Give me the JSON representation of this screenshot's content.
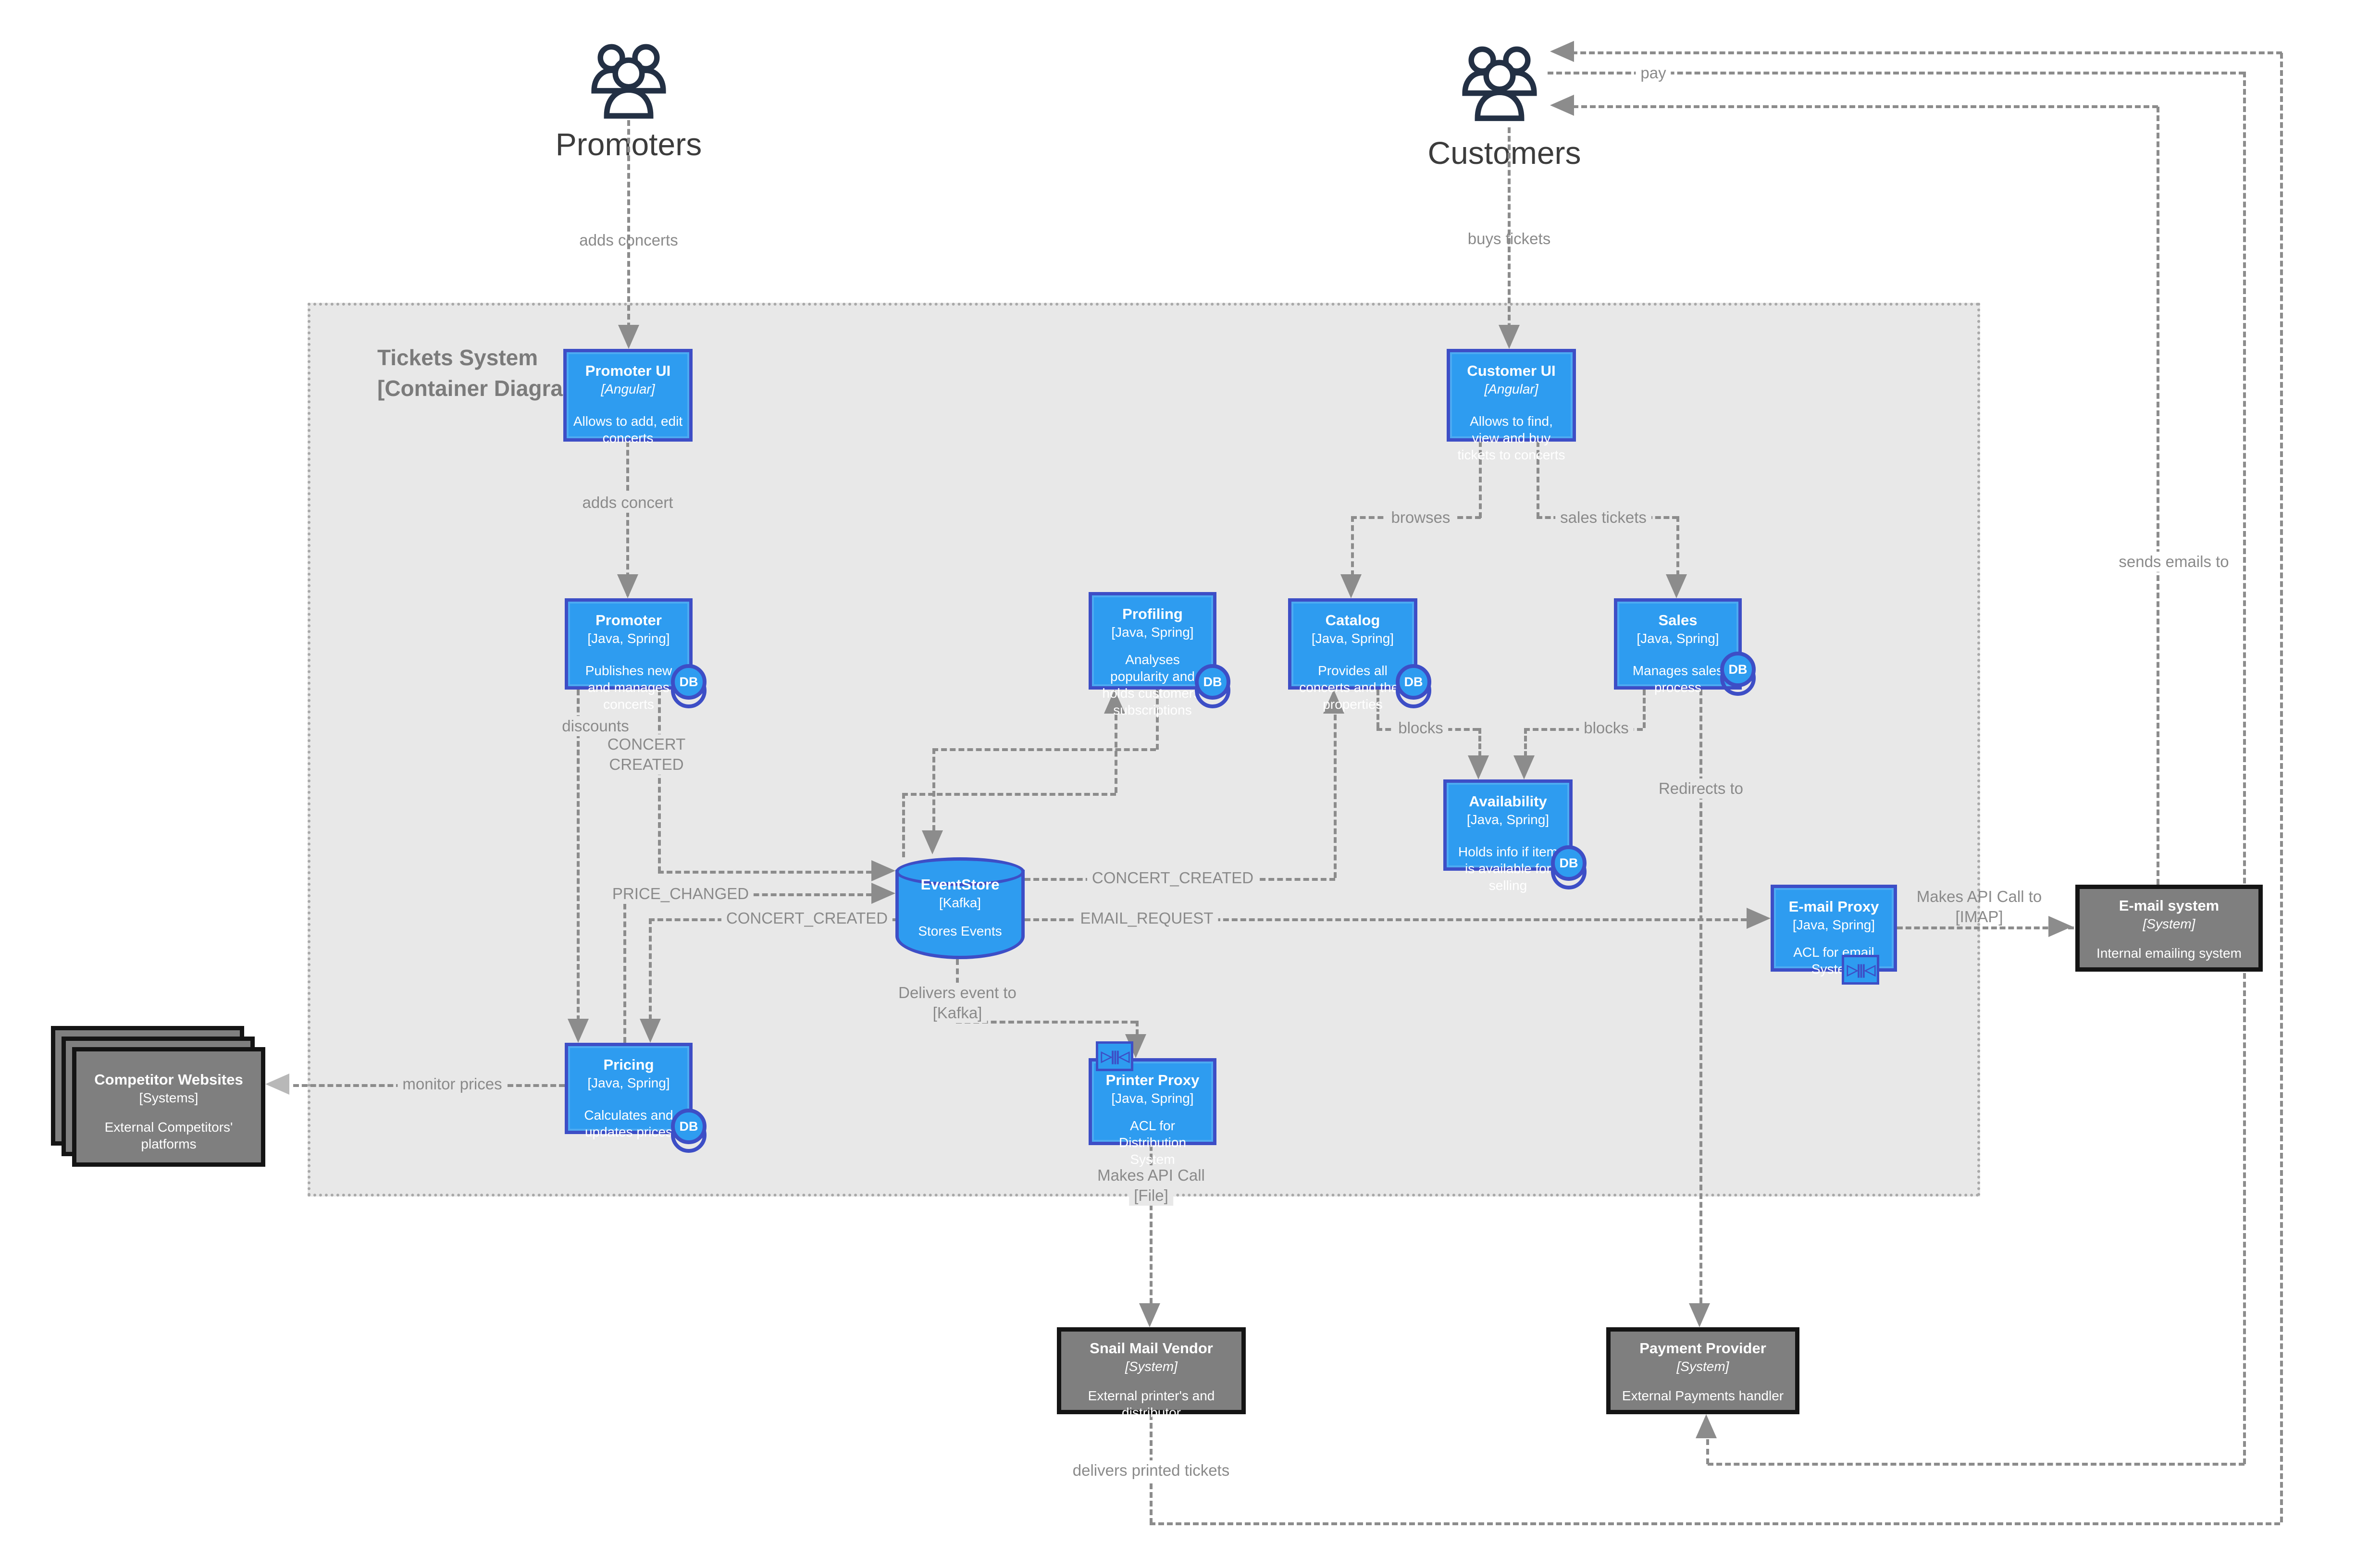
{
  "diagram": {
    "title_line1": "Tickets System",
    "title_line2": "[Container Diagram]"
  },
  "actors": {
    "promoters": {
      "label": "Promoters"
    },
    "customers": {
      "label": "Customers"
    }
  },
  "containers": {
    "promoter_ui": {
      "title": "Promoter UI",
      "tech": "[Angular]",
      "desc": "Allows to add, edit concerts"
    },
    "customer_ui": {
      "title": "Customer UI",
      "tech": "[Angular]",
      "desc": "Allows to find, view and buy tickets to concerts"
    },
    "promoter": {
      "title": "Promoter",
      "tech": "[Java, Spring]",
      "desc": "Publishes new and manages concerts"
    },
    "profiling": {
      "title": "Profiling",
      "tech": "[Java, Spring]",
      "desc": "Analyses popularity and holds customers' subscriptions"
    },
    "catalog": {
      "title": "Catalog",
      "tech": "[Java, Spring]",
      "desc": "Provides all concerts and their properties"
    },
    "sales": {
      "title": "Sales",
      "tech": "[Java, Spring]",
      "desc": "Manages sales process"
    },
    "availability": {
      "title": "Availability",
      "tech": "[Java, Spring]",
      "desc": "Holds info if item is available for selling"
    },
    "eventstore": {
      "title": "EventStore",
      "tech": "[Kafka]",
      "desc": "Stores Events"
    },
    "pricing": {
      "title": "Pricing",
      "tech": "[Java, Spring]",
      "desc": "Calculates and updates prices"
    },
    "printer_proxy": {
      "title": "Printer Proxy",
      "tech": "[Java, Spring]",
      "desc": "ACL for Distribution System"
    },
    "email_proxy": {
      "title": "E-mail Proxy",
      "tech": "[Java, Spring]",
      "desc": "ACL for email System"
    }
  },
  "external_systems": {
    "competitor_websites": {
      "title": "Competitor Websites",
      "tech": "[Systems]",
      "desc": "External Competitors' platforms"
    },
    "email_system": {
      "title": "E-mail system",
      "tech": "[System]",
      "desc": "Internal emailing system"
    },
    "snail_mail": {
      "title": "Snail Mail Vendor",
      "tech": "[System]",
      "desc": "External printer's and distributor"
    },
    "payment_provider": {
      "title": "Payment Provider",
      "tech": "[System]",
      "desc": "External Payments handler"
    }
  },
  "badges": {
    "db": "DB"
  },
  "icons": {
    "port": "▷|||◁"
  },
  "flows": {
    "adds_concerts": "adds concerts",
    "buys_tickets": "buys tickets",
    "adds_concert": "adds concert",
    "browses": "browses",
    "sales_tickets": "sales tickets",
    "discounts": "discounts",
    "concert_created_promoter_1": "CONCERT",
    "concert_created_promoter_2": "CREATED",
    "price_changed": "PRICE_CHANGED",
    "concert_created_pricing": "CONCERT_CREATED",
    "concert_created_catalog": "CONCERT_CREATED",
    "email_request": "EMAIL_REQUEST",
    "delivers_event_1": "Delivers event to",
    "delivers_event_2": "[Kafka]",
    "blocks_catalog": "blocks",
    "blocks_sales": "blocks",
    "redirects_to": "Redirects to",
    "monitor_prices": "monitor prices",
    "api_file_1": "Makes API Call",
    "api_file_2": "[File]",
    "api_imap_1": "Makes API Call to",
    "api_imap_2": "[IMAP]",
    "sends_emails_to": "sends emails to",
    "pay": "pay",
    "delivers_printed": "delivers printed tickets"
  },
  "colors": {
    "container_fill": "#2e9cf0",
    "container_border": "#3d4ec6",
    "external_fill": "#7f7f7f",
    "external_border": "#141414",
    "boundary_fill": "#e8e8e8",
    "line": "#8c8c8c"
  }
}
